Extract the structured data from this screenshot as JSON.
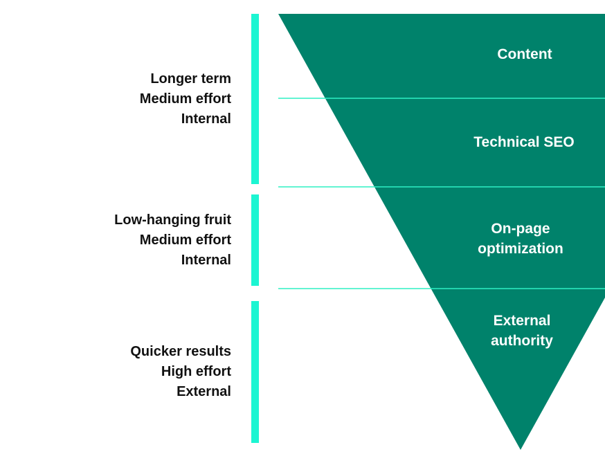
{
  "colors": {
    "funnel_fill": "#00826b",
    "divider": "#2ef0c4",
    "bracket": "#1cf5d2",
    "side_text": "#111111",
    "layer_text": "#ffffff"
  },
  "layers": [
    {
      "lines": [
        "Content"
      ]
    },
    {
      "lines": [
        "Technical SEO"
      ]
    },
    {
      "lines": [
        "On-page",
        "optimization"
      ]
    },
    {
      "lines": [
        "External",
        "authority"
      ]
    }
  ],
  "side_groups": [
    {
      "lines": [
        "Longer term",
        "Medium effort",
        "Internal"
      ]
    },
    {
      "lines": [
        "Low-hanging fruit",
        "Medium effort",
        "Internal"
      ]
    },
    {
      "lines": [
        "Quicker results",
        "High effort",
        "External"
      ]
    }
  ]
}
